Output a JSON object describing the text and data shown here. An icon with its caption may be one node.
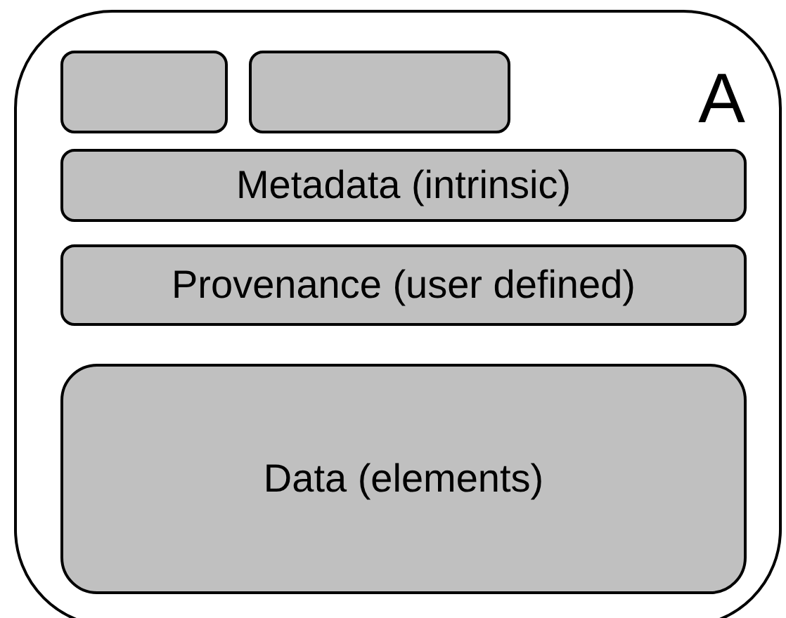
{
  "diagram": {
    "nodes": [
      {
        "text": [
          "A"
        ]
      },
      {
        "text": [],
        "shape": "box",
        "in": 0
      },
      {
        "text": [],
        "shape": "box",
        "in": 0
      },
      {
        "text": [
          "Metadata (intrinsic)"
        ],
        "in": 0
      },
      {
        "text": [
          "Provenance (user defined)"
        ],
        "in": 0
      },
      {
        "text": [
          "Data (elements)"
        ],
        "in": 0
      }
    ]
  }
}
